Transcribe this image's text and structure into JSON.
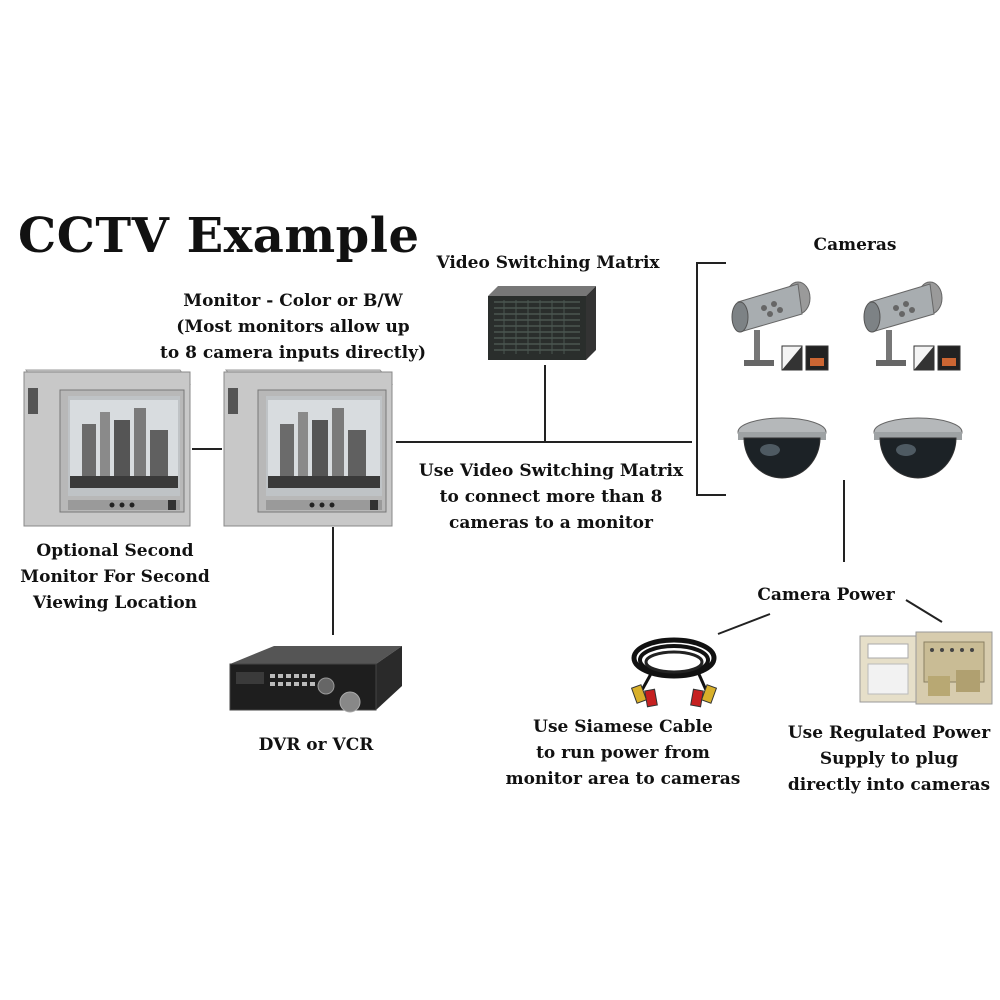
{
  "title": "CCTV Example",
  "labels": {
    "video_matrix": "Video Switching Matrix",
    "cameras": "Cameras",
    "monitor": [
      "Monitor - Color or B/W",
      "(Most monitors allow  up",
      "to 8 camera inputs directly)"
    ],
    "matrix_note": [
      "Use Video Switching Matrix",
      "to connect more than 8",
      "cameras to a monitor"
    ],
    "second_monitor": [
      "Optional Second",
      "Monitor For Second",
      "Viewing Location"
    ],
    "dvr": "DVR or VCR",
    "camera_power": "Camera Power",
    "siamese": [
      "Use Siamese Cable",
      "to run power from",
      "monitor area to cameras"
    ],
    "power_supply": [
      "Use Regulated Power",
      "Supply to plug",
      "directly into cameras"
    ]
  }
}
